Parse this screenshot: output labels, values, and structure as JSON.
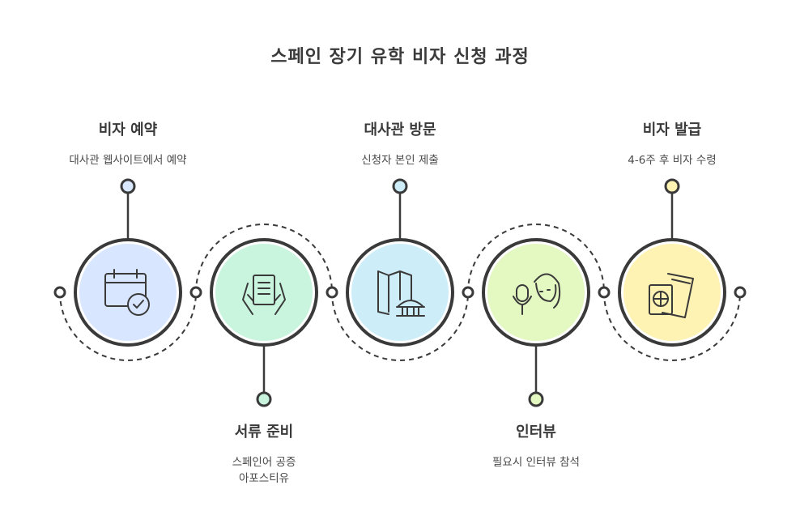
{
  "title": "스페인 장기 유학 비자 신청 과정",
  "steps": [
    {
      "name": "비자 예약",
      "desc": "대사관 웹사이트에서 예약",
      "icon": "calendar-check-icon",
      "color": "#d8e6ff",
      "dot": "#d9e7ff"
    },
    {
      "name": "서류 준비",
      "desc": "스페인어 공증\n아포스티유",
      "icon": "clipboard-hands-icon",
      "color": "#c9f5df",
      "dot": "#c8f4de"
    },
    {
      "name": "대사관 방문",
      "desc": "신청자 본인 제출",
      "icon": "embassy-map-icon",
      "color": "#cdeef8",
      "dot": "#cdeef8"
    },
    {
      "name": "인터뷰",
      "desc": "필요시 인터뷰 참석",
      "icon": "microphone-person-icon",
      "color": "#e4f8c2",
      "dot": "#e4f8c2"
    },
    {
      "name": "비자 발급",
      "desc": "4-6주 후 비자 수령",
      "icon": "passport-ticket-icon",
      "color": "#fff3b4",
      "dot": "#fff3b4"
    }
  ]
}
